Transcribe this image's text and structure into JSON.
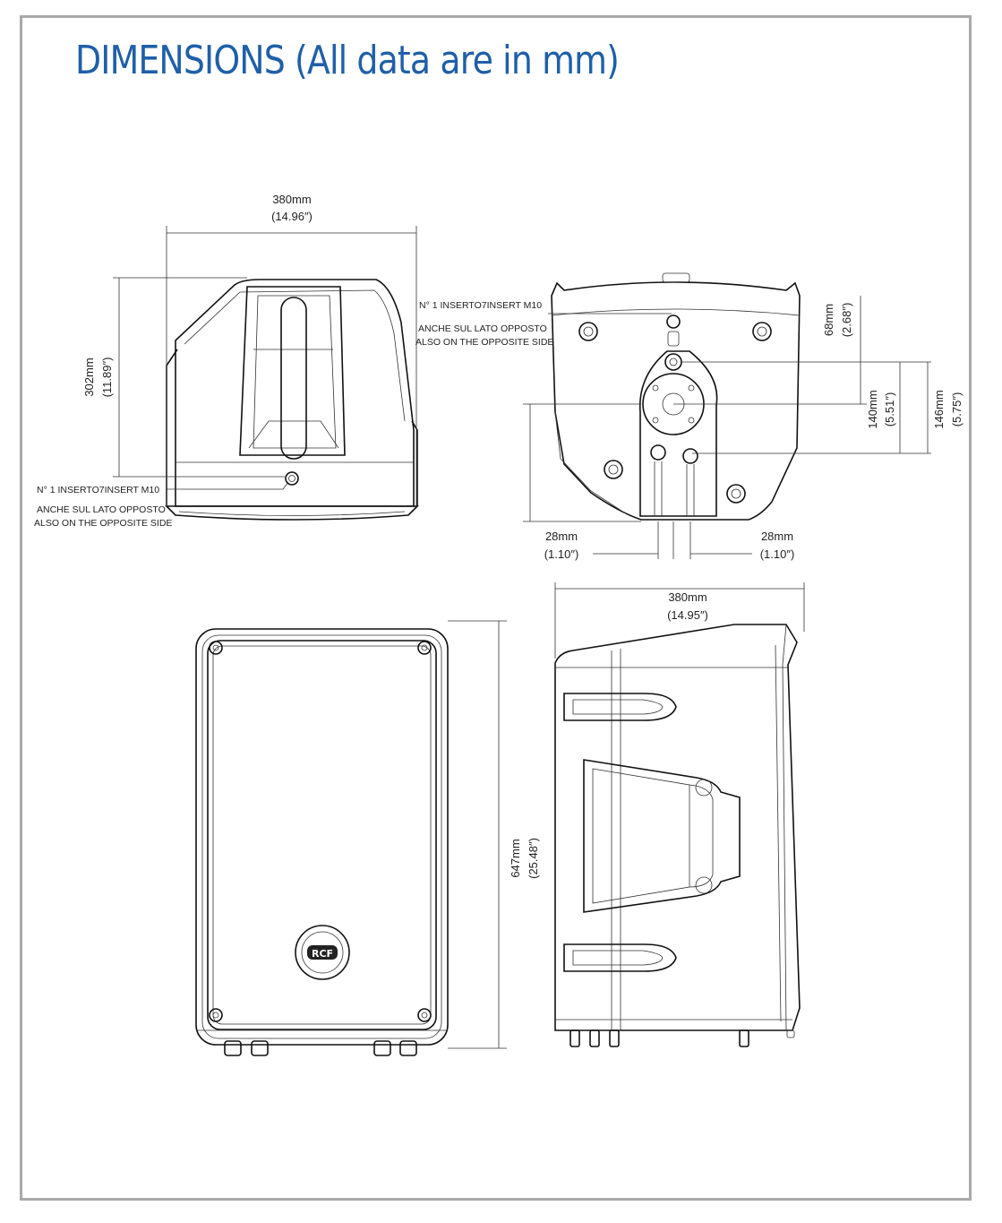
{
  "title": "DIMENSIONS (All data are in mm)",
  "views": {
    "top": {
      "width_mm": "380mm",
      "width_in": "(14.96″)",
      "height_mm": "302mm",
      "height_in": "(11.89″)",
      "insert_note": "N° 1 INSERTO7INSERT M10",
      "opposite_note_it": "ANCHE SUL LATO OPPOSTO",
      "opposite_note_en": "ALSO ON THE OPPOSITE SIDE"
    },
    "bottom": {
      "insert_note": "N° 1 INSERTO7INSERT M10",
      "opposite_note_it": "ANCHE SUL LATO OPPOSTO",
      "opposite_note_en": "ALSO ON THE OPPOSITE SIDE",
      "d68_mm": "68mm",
      "d68_in": "(2.68″)",
      "d140_mm": "140mm",
      "d140_in": "(5.51″)",
      "d146_mm": "146mm",
      "d146_in": "(5.75″)",
      "d28a_mm": "28mm",
      "d28a_in": "(1.10″)",
      "d28b_mm": "28mm",
      "d28b_in": "(1.10″)"
    },
    "front": {
      "height_mm": "647mm",
      "height_in": "(25.48″)",
      "logo": "RCF"
    },
    "side": {
      "depth_mm": "380mm",
      "depth_in": "(14.95″)"
    }
  },
  "colors": {
    "title": "#1f5fa8",
    "frame": "#a9a9a9",
    "lines": "#111111"
  }
}
